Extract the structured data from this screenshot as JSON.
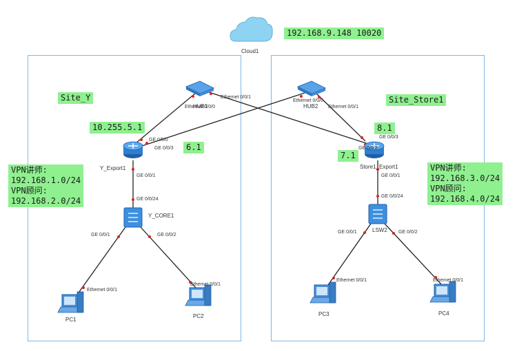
{
  "cloud": {
    "name": "Cloud1",
    "address": "192.168.9.148 10020"
  },
  "site_y": {
    "title": "Site_Y",
    "router_ip_label": "10.255.5.1",
    "link_label": "6.1",
    "vpn": [
      "VPN讲师:",
      "192.168.1.0/24",
      "VPN顾问:",
      "192.168.2.0/24"
    ]
  },
  "site_store1": {
    "title": "Site_Store1",
    "link_label_top": "8.1",
    "link_label_left": "7.1",
    "vpn": [
      "VPN讲师:",
      "192.168.3.0/24",
      "VPN顾问:",
      "192.168.4.0/24"
    ]
  },
  "devices": {
    "hub1": "HUB1",
    "hub2": "HUB2",
    "y_export1": "Y_Export1",
    "store1_export1": "Store1_Export1",
    "y_core1": "Y_CORE1",
    "lsw2": "LSW2",
    "pc1": "PC1",
    "pc2": "PC2",
    "pc3": "PC3",
    "pc4": "PC4"
  },
  "ports": {
    "hub1_eth0": "Ethernet 0/0/0",
    "hub1_eth1": "Ethernet 0/0/1",
    "hub2_eth0": "Ethernet 0/0/0",
    "hub2_eth1": "Ethernet 0/0/1",
    "y_exp_ge000": "GE 0/0/0",
    "y_exp_ge003": "GE 0/0/3",
    "y_exp_ge001": "GE 0/0/1",
    "y_core_ge0024": "GE 0/0/24",
    "y_core_ge001": "GE 0/0/1",
    "y_core_ge002": "GE 0/0/2",
    "pc1_eth": "Ethernet 0/0/1",
    "pc2_eth": "Ethernet 0/0/1",
    "s_exp_ge003": "GE 0/0/3",
    "s_exp_ge002": "GE 0/0/2",
    "s_exp_ge001": "GE 0/0/1",
    "lsw2_ge0024": "GE 0/0/24",
    "lsw2_ge001": "GE 0/0/1",
    "lsw2_ge002": "GE 0/0/2",
    "pc3_eth": "Ethernet 0/0/1",
    "pc4_eth": "Ethernet 0/0/1"
  },
  "colors": {
    "box_border": "#7fb6e6",
    "label_bg": "#8ff08f",
    "cloud": "#8fd3f3",
    "device": "#3a8fd6"
  }
}
